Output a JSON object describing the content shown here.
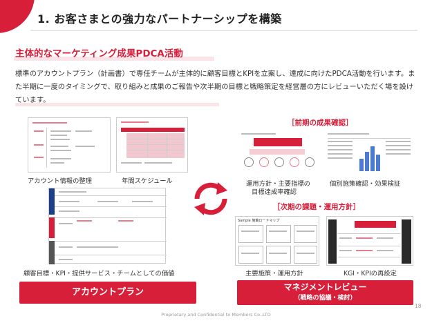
{
  "header": {
    "title": "1. お客さまとの強力なパートナーシップを構築"
  },
  "section": {
    "subtitle": "主体的なマーケティング成果PDCA活動",
    "body": "標準のアカウントプラン（計画書）で専任チームが主体的に顧客目標とKPIを立案し、達成に向けたPDCA活動を行います。また半期に一度のタイミングで、取り組みと成果のご報告や次半期の目標と戦略策定を経営層の方にレビューいただく場を設けています。"
  },
  "left": {
    "captions": {
      "account_info": "アカウント情報の整理",
      "annual_schedule": "年間スケジュール",
      "goals": "顧客目標・KPI・提供サービス・チームとしての価値"
    },
    "button": "アカウントプラン"
  },
  "right": {
    "prev_label": "［前期の成果確認］",
    "prev_captions": {
      "policy_line1": "運用方針・主要指標の",
      "policy_line2": "目標達成率確認",
      "measures": "個別施策確認・効果検証"
    },
    "next_label": "［次期の課題・運用方針］",
    "next_captions": {
      "main_measures": "主要施策・運用方針",
      "kgi_kpi": "KGI・KPIの再設定"
    },
    "button_line1": "マネジメントレビュー",
    "button_line2": "（戦略の協議・検討）"
  },
  "thumbs": {
    "roadmap_title": "Sample 施策ロードマップ"
  },
  "footer": {
    "text": "Proprietary and Confidential to Members Co.,LTD",
    "page": "18"
  },
  "colors": {
    "accent": "#d81f3a",
    "accent_light": "#f6cdd4"
  },
  "icons": {
    "cycle": "refresh-cycle-icon"
  }
}
